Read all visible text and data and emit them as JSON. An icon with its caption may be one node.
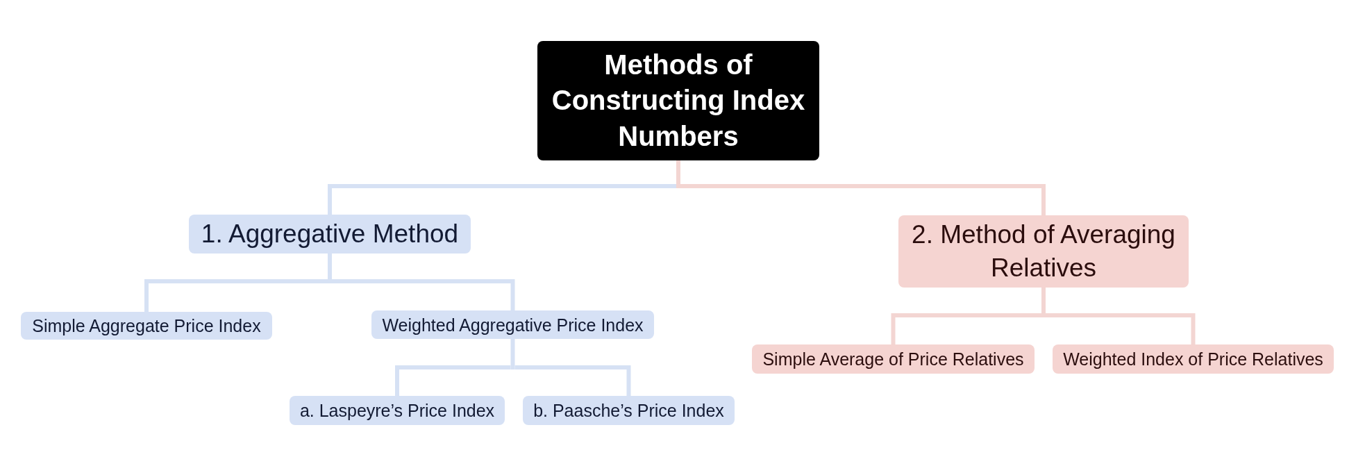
{
  "diagram": {
    "nodes": [
      {
        "text": [
          "Methods of Constructing Index Numbers"
        ]
      },
      {
        "text": [
          "1. Aggregative Method"
        ]
      },
      {
        "text": [
          "Simple Aggregate Price Index"
        ]
      },
      {
        "text": [
          "Weighted Aggregative Price Index"
        ]
      },
      {
        "text": [
          "a. Laspeyre’s Price Index"
        ]
      },
      {
        "text": [
          "b. Paasche’s Price Index"
        ]
      },
      {
        "text": [
          "2. Method of Averaging Relatives"
        ]
      },
      {
        "text": [
          "Simple Average of Price Relatives"
        ]
      },
      {
        "text": [
          "Weighted Index of Price Relatives"
        ]
      }
    ],
    "edges": [
      {
        "from": 0,
        "to": 1,
        "arrow": "none"
      },
      {
        "from": 0,
        "to": 6,
        "arrow": "none",
        "color": "#f3d5d2"
      },
      {
        "from": 1,
        "to": 2,
        "arrow": "none"
      },
      {
        "from": 1,
        "to": 3,
        "arrow": "none"
      },
      {
        "from": 3,
        "to": 4,
        "arrow": "none"
      },
      {
        "from": 3,
        "to": 5,
        "arrow": "none"
      },
      {
        "from": 6,
        "to": 7,
        "arrow": "none",
        "color": "#f3d5d2"
      },
      {
        "from": 6,
        "to": 8,
        "arrow": "none",
        "color": "#f3d5d2"
      }
    ]
  }
}
